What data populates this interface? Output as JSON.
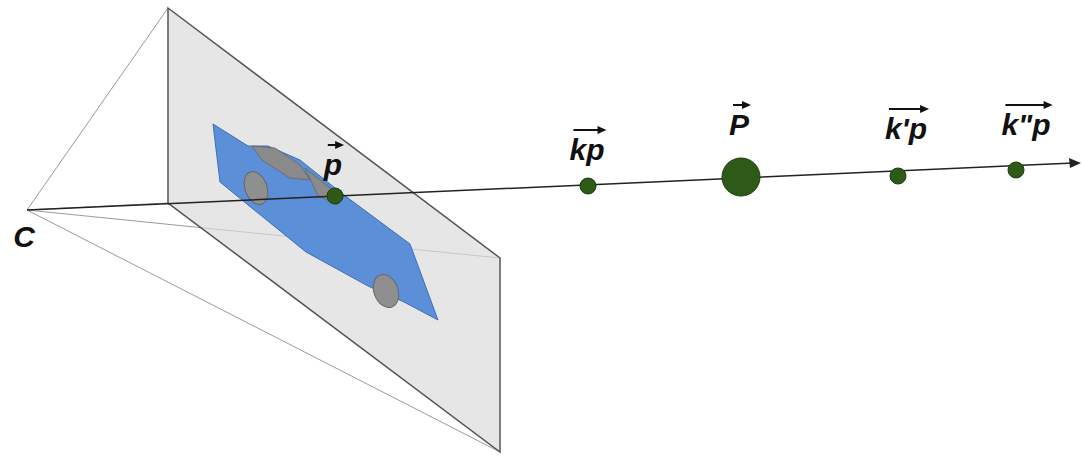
{
  "diagram": {
    "labels": [
      "C",
      "p",
      "kp",
      "P",
      "k'p",
      "k\"p"
    ]
  }
}
